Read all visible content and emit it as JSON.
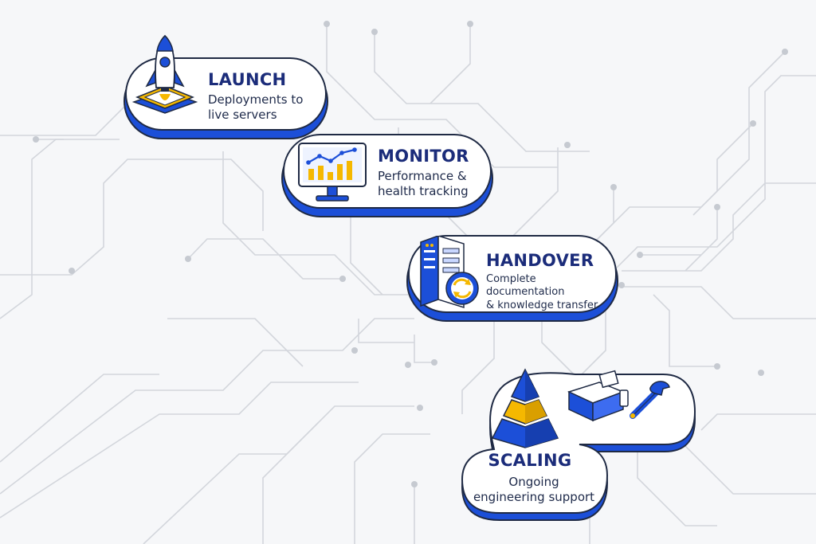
{
  "steps": [
    {
      "title": "LAUNCH",
      "desc_line1": "Deployments to",
      "desc_line2": "live servers",
      "icon": "rocket-icon"
    },
    {
      "title": "MONITOR",
      "desc_line1": "Performance &",
      "desc_line2": "health tracking",
      "icon": "monitor-chart-icon"
    },
    {
      "title": "HANDOVER",
      "desc_line1": "Complete documentation",
      "desc_line2": "& knowledge transfer",
      "icon": "server-sync-icon"
    },
    {
      "title": "SCALING",
      "desc_line1": "Ongoing",
      "desc_line2": "engineering support",
      "icon": "pyramid-icon"
    }
  ],
  "colors": {
    "primary_blue": "#1c4fd8",
    "accent_yellow": "#f5b800",
    "navy": "#1b2c7a",
    "background": "#f6f7f9",
    "circuit": "#d5d8de"
  }
}
